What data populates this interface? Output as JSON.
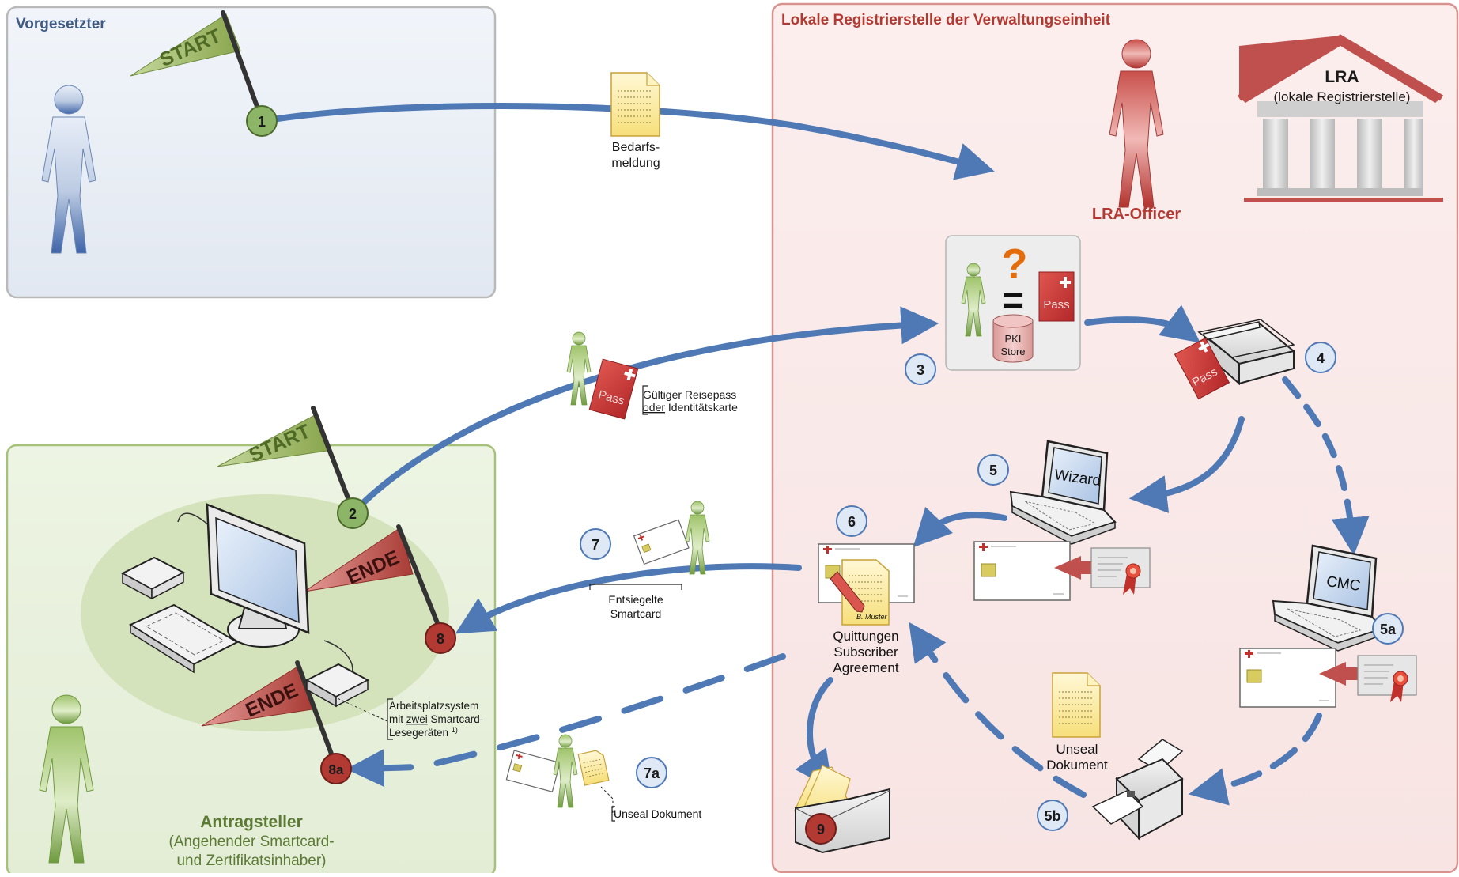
{
  "zones": {
    "supervisor": "Vorgesetzter",
    "lra_unit": "Lokale Registrierstelle der Verwaltungseinheit",
    "applicant_title": "Antragsteller",
    "applicant_sub1": "(Angehender Smartcard-",
    "applicant_sub2": "und Zertifikatsinhaber)"
  },
  "lra": {
    "building_title": "LRA",
    "building_sub": "(lokale Registrierstelle)",
    "officer": "LRA-Officer"
  },
  "flags": {
    "start1": "START",
    "start2": "START",
    "end1": "ENDE",
    "end2": "ENDE"
  },
  "steps": {
    "s1": "1",
    "s2": "2",
    "s3": "3",
    "s4": "4",
    "s5": "5",
    "s5a": "5a",
    "s5b": "5b",
    "s6": "6",
    "s7": "7",
    "s7a": "7a",
    "s8": "8",
    "s8a": "8a",
    "s9": "9"
  },
  "labels": {
    "bedarf1": "Bedarfs-",
    "bedarf2": "meldung",
    "pass": "Pass",
    "pki1": "PKI",
    "pki2": "Store",
    "question": "?",
    "equals": "=",
    "reisepass1": "Gültiger Reisepass",
    "reisepass2_u": "oder",
    "reisepass2_rest": " Identitätskarte",
    "wizard": "Wizard",
    "cmc": "CMC",
    "quittung1": "Quittungen",
    "quittung2": "Subscriber",
    "quittung3": "Agreement",
    "signature": "B. Muster",
    "entsiegelt1": "Entsiegelte",
    "entsiegelt2": "Smartcard",
    "unseal1": "Unseal",
    "unseal2": "Dokument",
    "unseal_doc": "Unseal Dokument",
    "arbeits1": "Arbeitsplatzsystem",
    "arbeits2_a": "mit ",
    "arbeits2_u": "zwei",
    "arbeits2_b": " Smartcard-",
    "arbeits3": "Lesegeräten ",
    "arbeits_sup": "1)"
  },
  "colors": {
    "arrow": "#4f79b5",
    "green_step": "#8db567",
    "red_step": "#b23a33",
    "blue_step_fill": "#dfe9f6",
    "lra_red": "#c0504d",
    "supervisor_blue": "#3f5b84",
    "applicant_green": "#5b7a34"
  }
}
